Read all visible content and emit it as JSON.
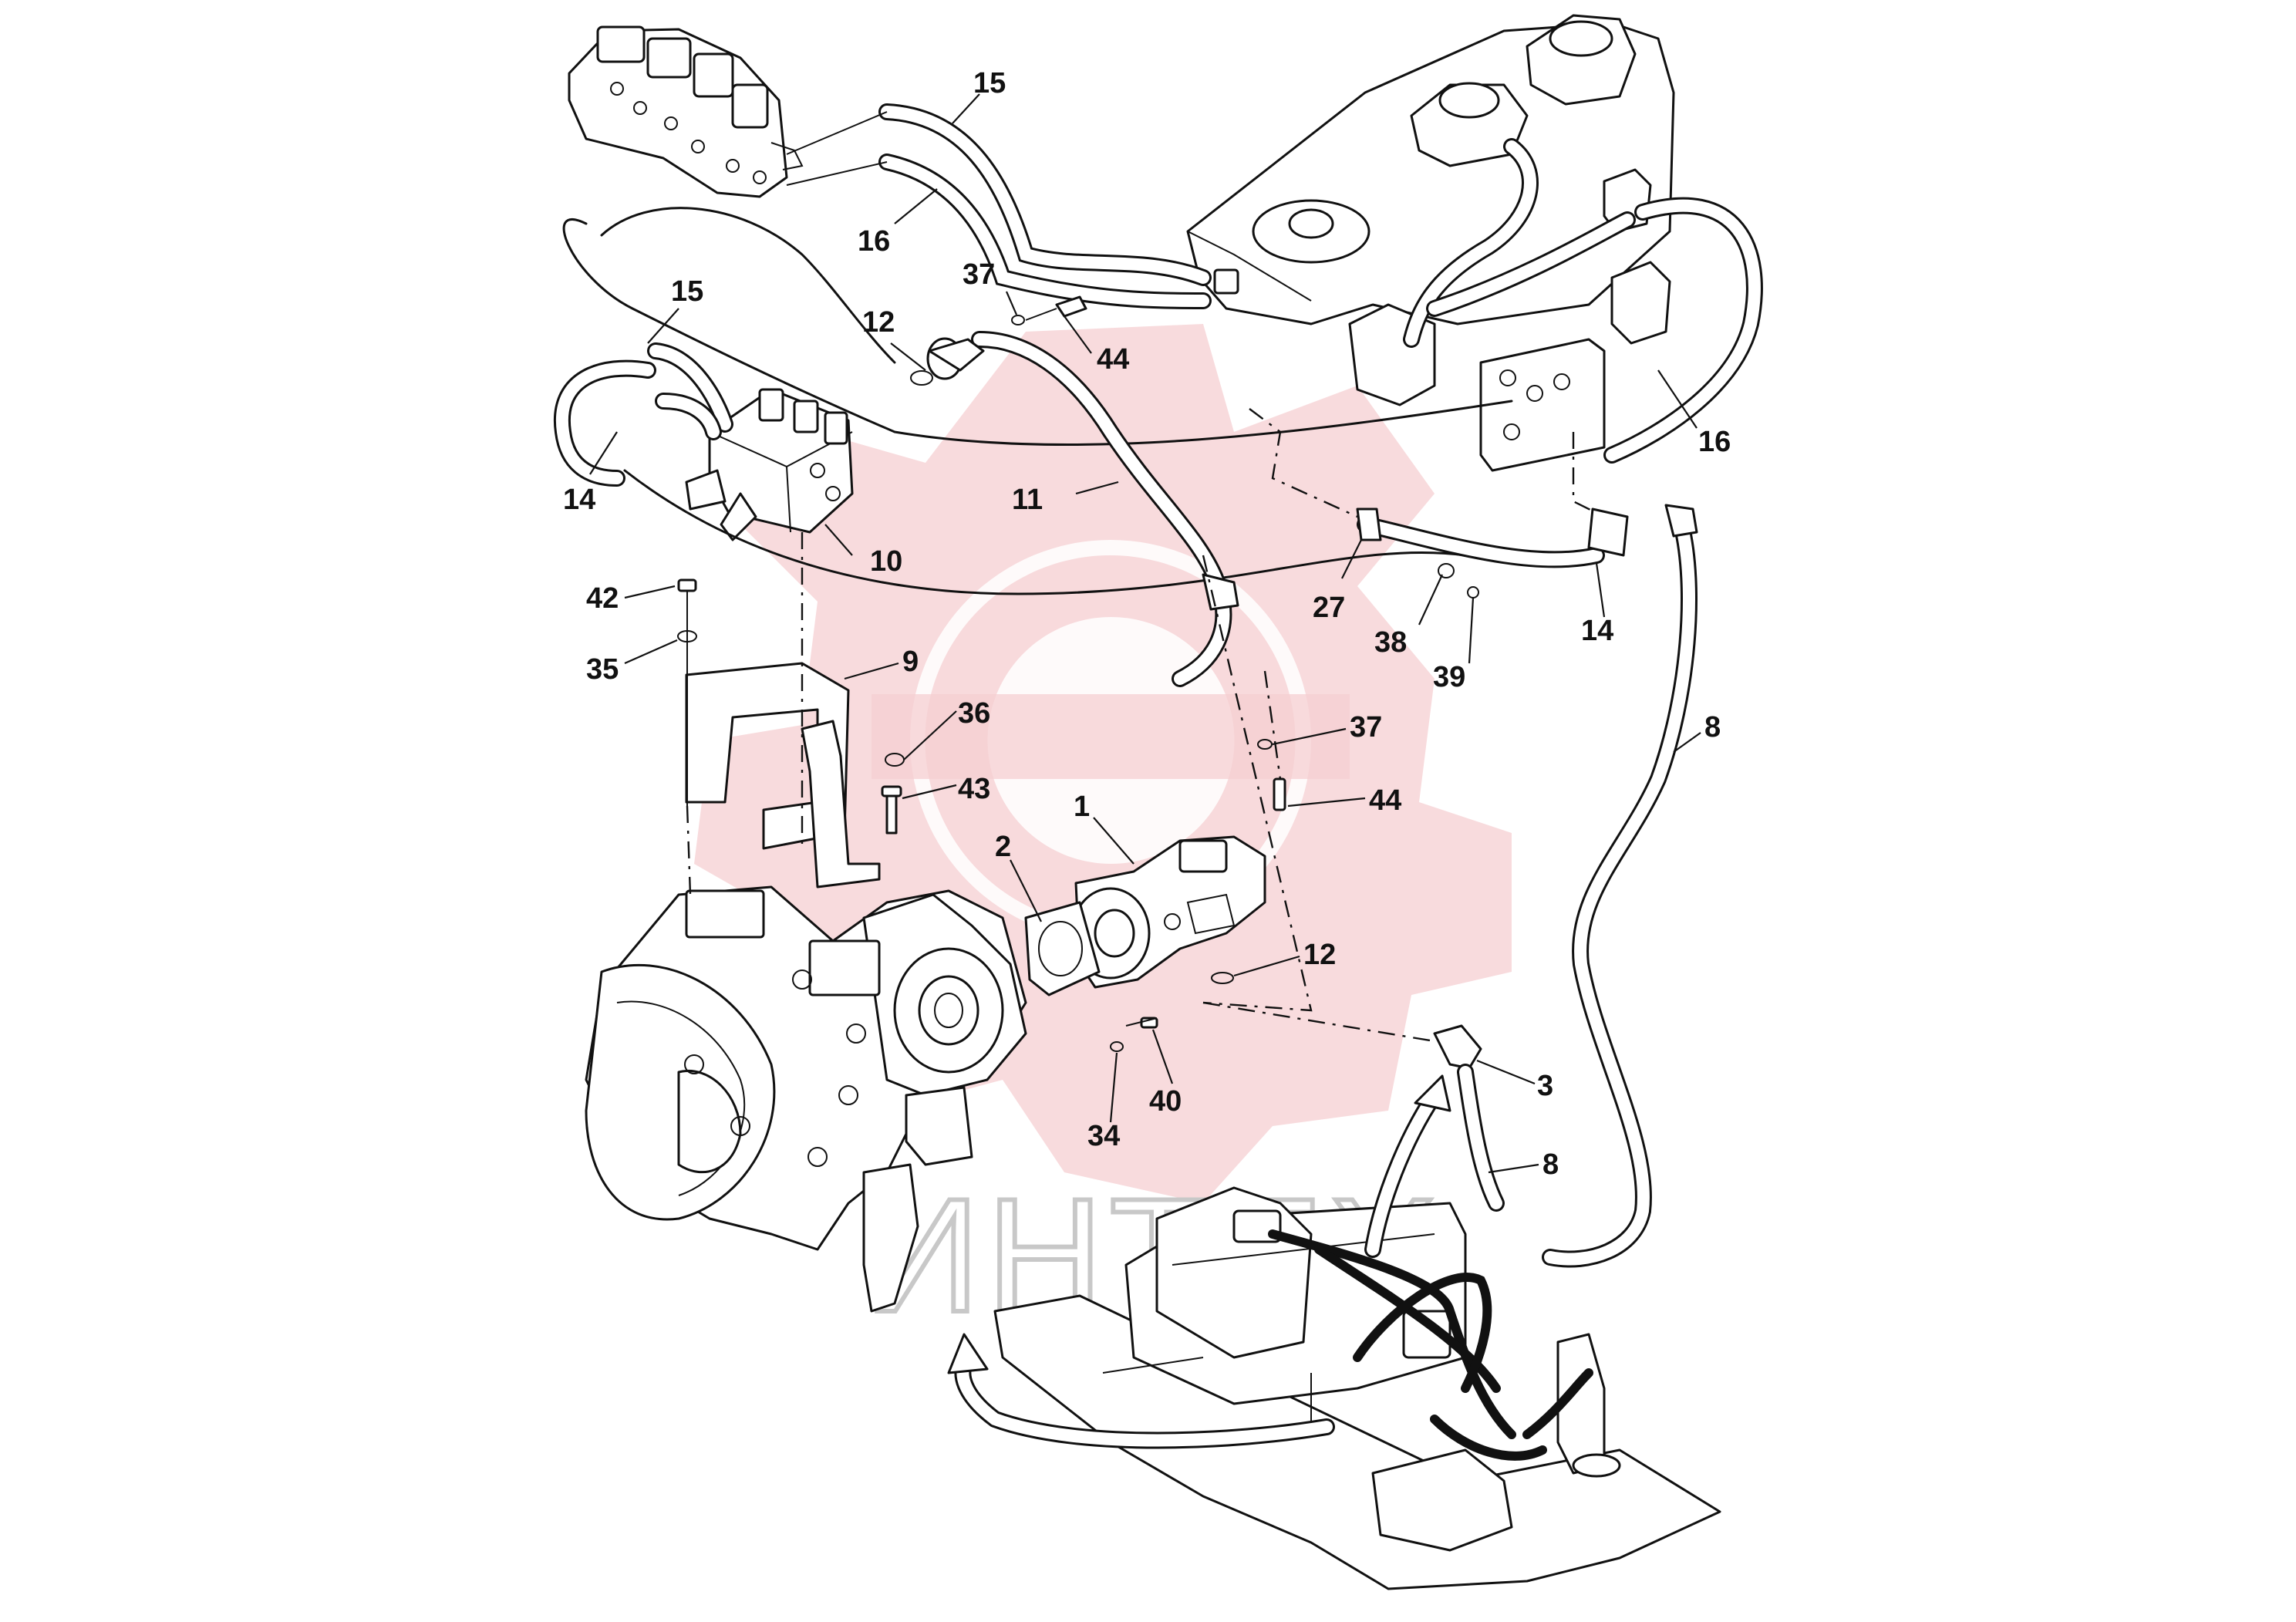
{
  "watermark": {
    "text": "ИНТЕХ",
    "color": "#f6cfd2"
  },
  "callouts": [
    {
      "id": "c15a",
      "label": "15"
    },
    {
      "id": "c16a",
      "label": "16"
    },
    {
      "id": "c15b",
      "label": "15"
    },
    {
      "id": "c12a",
      "label": "12"
    },
    {
      "id": "c37a",
      "label": "37"
    },
    {
      "id": "c44a",
      "label": "44"
    },
    {
      "id": "c14a",
      "label": "14"
    },
    {
      "id": "c10",
      "label": "10"
    },
    {
      "id": "c11",
      "label": "11"
    },
    {
      "id": "c16b",
      "label": "16"
    },
    {
      "id": "c42",
      "label": "42"
    },
    {
      "id": "c35",
      "label": "35"
    },
    {
      "id": "c9",
      "label": "9"
    },
    {
      "id": "c27",
      "label": "27"
    },
    {
      "id": "c38",
      "label": "38"
    },
    {
      "id": "c39",
      "label": "39"
    },
    {
      "id": "c14b",
      "label": "14"
    },
    {
      "id": "c36",
      "label": "36"
    },
    {
      "id": "c37b",
      "label": "37"
    },
    {
      "id": "c8a",
      "label": "8"
    },
    {
      "id": "c43",
      "label": "43"
    },
    {
      "id": "c44b",
      "label": "44"
    },
    {
      "id": "c1",
      "label": "1"
    },
    {
      "id": "c2",
      "label": "2"
    },
    {
      "id": "c12b",
      "label": "12"
    },
    {
      "id": "c3",
      "label": "3"
    },
    {
      "id": "c40",
      "label": "40"
    },
    {
      "id": "c34",
      "label": "34"
    },
    {
      "id": "c8b",
      "label": "8"
    }
  ]
}
